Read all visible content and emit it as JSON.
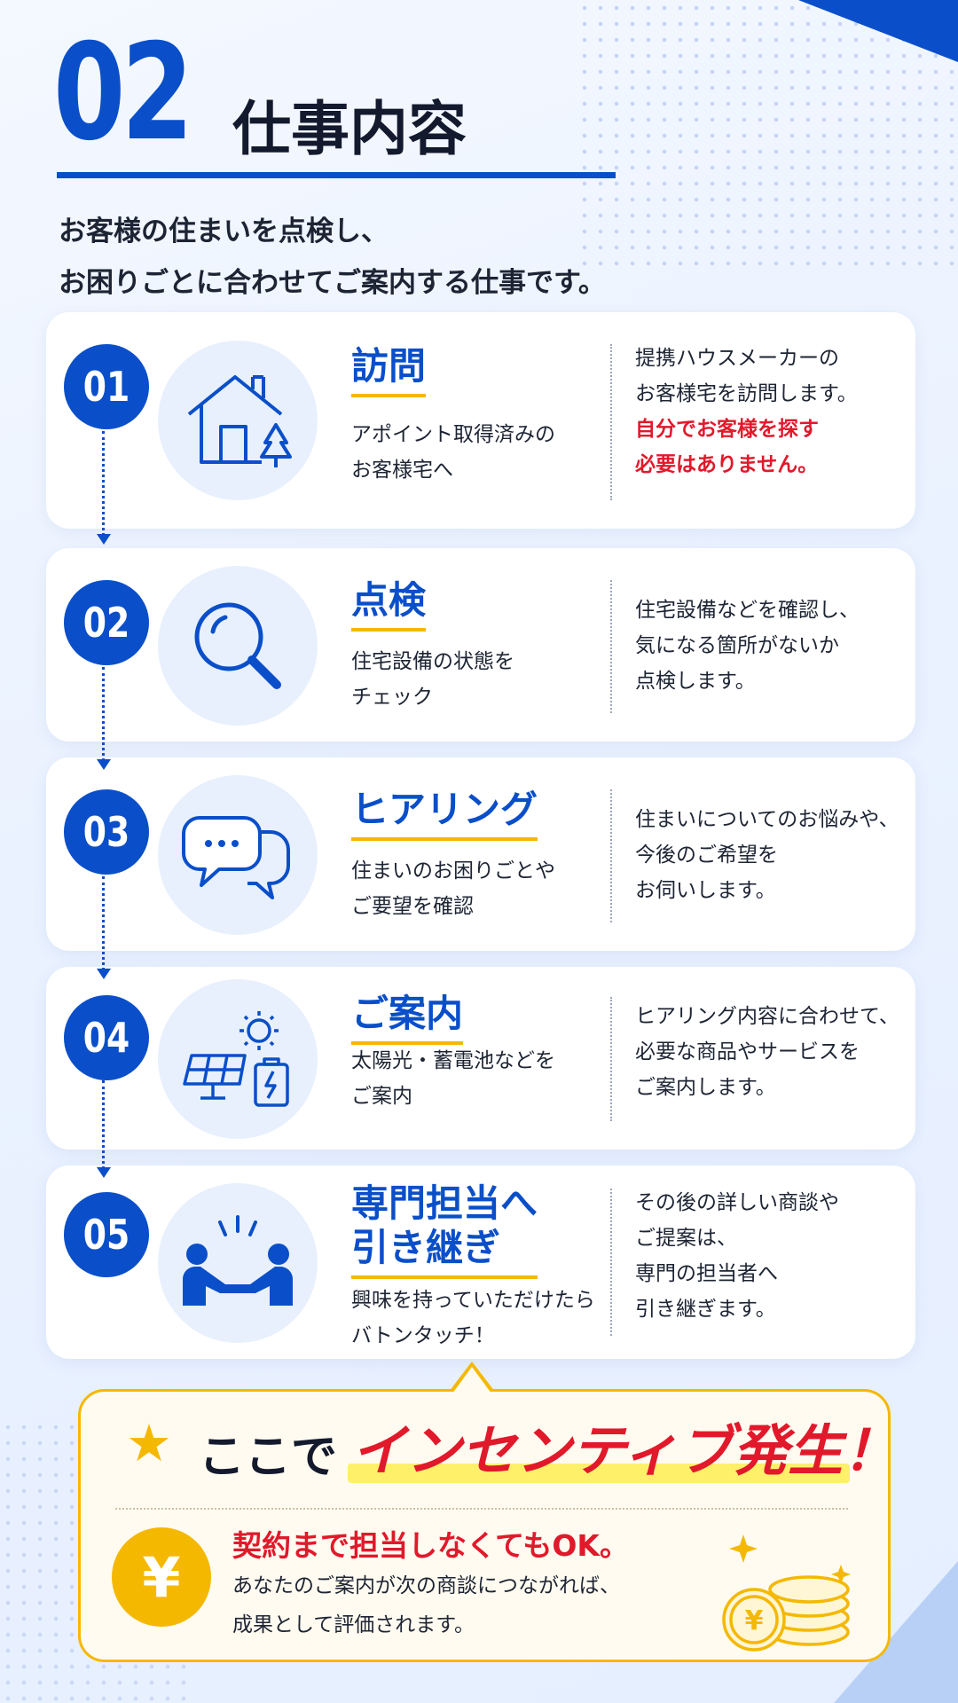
{
  "header": {
    "number": "02",
    "title": "仕事内容"
  },
  "intro": {
    "line1": "お客様の住まいを点検し、",
    "line2": "お困りごとに合わせてご案内する仕事です。"
  },
  "steps": [
    {
      "num": "01",
      "title": "訪問",
      "sub": [
        "アポイント取得済みの",
        "お客様宅へ"
      ],
      "desc": [
        "提携ハウスメーカーの",
        "お客様宅を訪問します。"
      ],
      "desc_red": [
        "自分でお客様を探す",
        "必要はありません。"
      ],
      "icon": "house-icon"
    },
    {
      "num": "02",
      "title": "点検",
      "sub": [
        "住宅設備の状態を",
        "チェック"
      ],
      "desc": [
        "住宅設備などを確認し、",
        "気になる箇所がないか",
        "点検します。"
      ],
      "icon": "magnifier-icon"
    },
    {
      "num": "03",
      "title": "ヒアリング",
      "sub": [
        "住まいのお困りごとや",
        "ご要望を確認"
      ],
      "desc": [
        "住まいについてのお悩みや、",
        "今後のご希望を",
        "お伺いします。"
      ],
      "icon": "chat-bubbles-icon"
    },
    {
      "num": "04",
      "title": "ご案内",
      "sub": [
        "太陽光・蓄電池などを",
        "ご案内"
      ],
      "desc": [
        "ヒアリング内容に合わせて、",
        "必要な商品やサービスを",
        "ご案内します。"
      ],
      "icon": "solar-battery-icon"
    },
    {
      "num": "05",
      "title": [
        "専門担当へ",
        "引き継ぎ"
      ],
      "sub": [
        "興味を持っていただけたら",
        "バトンタッチ！"
      ],
      "desc": [
        "その後の詳しい商談や",
        "ご提案は、",
        "専門の担当者へ",
        "引き継ぎます。"
      ],
      "icon": "handshake-icon"
    }
  ],
  "callout": {
    "head": "ここで",
    "highlight": "インセンティブ発生！",
    "sub": "契約まで担当しなくてもOK。",
    "body1": "あなたのご案内が次の商談につながれば、",
    "body2": "成果として評価されます。",
    "yen": "¥"
  },
  "colors": {
    "primary": "#0a4fc9",
    "accent": "#f5b800",
    "red": "#e1192b"
  }
}
